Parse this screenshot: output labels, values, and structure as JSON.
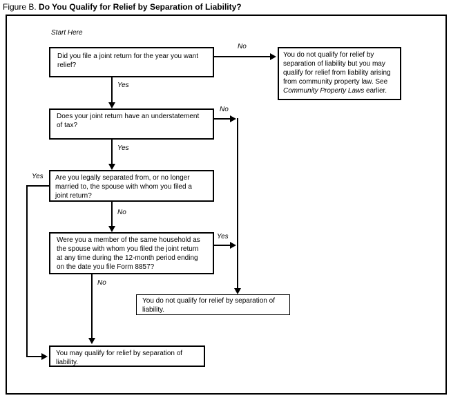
{
  "figure": {
    "title_prefix": "Figure B. ",
    "title_main": "Do You Qualify for Relief by Separation of Liability?",
    "start_label": "Start Here"
  },
  "boxes": {
    "q1": "Did you file a joint return for the year you want\nrelief?",
    "q2": "Does your joint return have an understatement\nof tax?",
    "q3": "Are you legally separated from, or no longer\nmarried to, the spouse with whom you filed a\njoint return?",
    "q4": "Were you a member of the same household as\nthe spouse with whom you filed the joint return\nat any time during the 12-month period ending\non the date you file Form 8857?",
    "outcome_community_property": {
      "before": "You do not qualify for relief by\nseparation of liability but you may\nqualify for relief from liability arising\nfrom community property law. See\n",
      "italic": "Community Property Laws",
      "after": " earlier."
    },
    "outcome_not_qualify": "You do not qualify for relief by separation of\nliability.",
    "outcome_may_qualify": "You may qualify for relief by separation of\nliability."
  },
  "edge_labels": {
    "q1_no": "No",
    "q1_yes": "Yes",
    "q2_no": "No",
    "q2_yes": "Yes",
    "q3_yes": "Yes",
    "q3_no": "No",
    "q4_yes": "Yes",
    "q4_no": "No"
  },
  "colors": {
    "line": "#000000",
    "background": "#ffffff",
    "text": "#000000"
  }
}
